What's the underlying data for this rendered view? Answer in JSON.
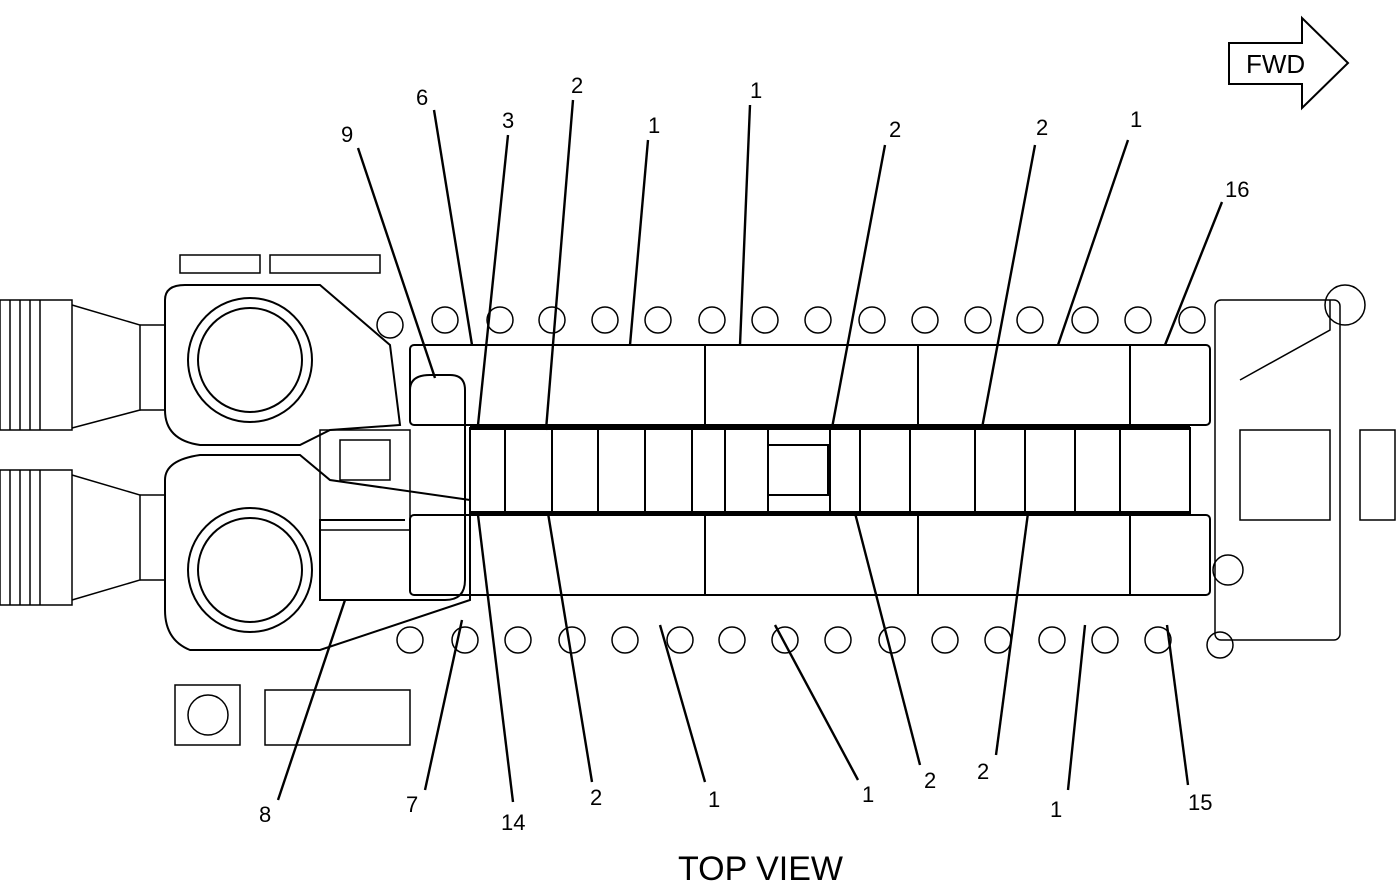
{
  "diagram": {
    "view_title": "TOP VIEW",
    "direction_arrow": "FWD",
    "callouts": [
      {
        "id": "c-6",
        "label": "6"
      },
      {
        "id": "c-9",
        "label": "9"
      },
      {
        "id": "c-3",
        "label": "3"
      },
      {
        "id": "c-2a",
        "label": "2"
      },
      {
        "id": "c-1a",
        "label": "1"
      },
      {
        "id": "c-1b",
        "label": "1"
      },
      {
        "id": "c-2b",
        "label": "2"
      },
      {
        "id": "c-2c",
        "label": "2"
      },
      {
        "id": "c-1c",
        "label": "1"
      },
      {
        "id": "c-16",
        "label": "16"
      },
      {
        "id": "c-8",
        "label": "8"
      },
      {
        "id": "c-7",
        "label": "7"
      },
      {
        "id": "c-14",
        "label": "14"
      },
      {
        "id": "c-2d",
        "label": "2"
      },
      {
        "id": "c-1d",
        "label": "1"
      },
      {
        "id": "c-1e",
        "label": "1"
      },
      {
        "id": "c-2e",
        "label": "2"
      },
      {
        "id": "c-2f",
        "label": "2"
      },
      {
        "id": "c-1f",
        "label": "1"
      },
      {
        "id": "c-15",
        "label": "15"
      }
    ]
  }
}
